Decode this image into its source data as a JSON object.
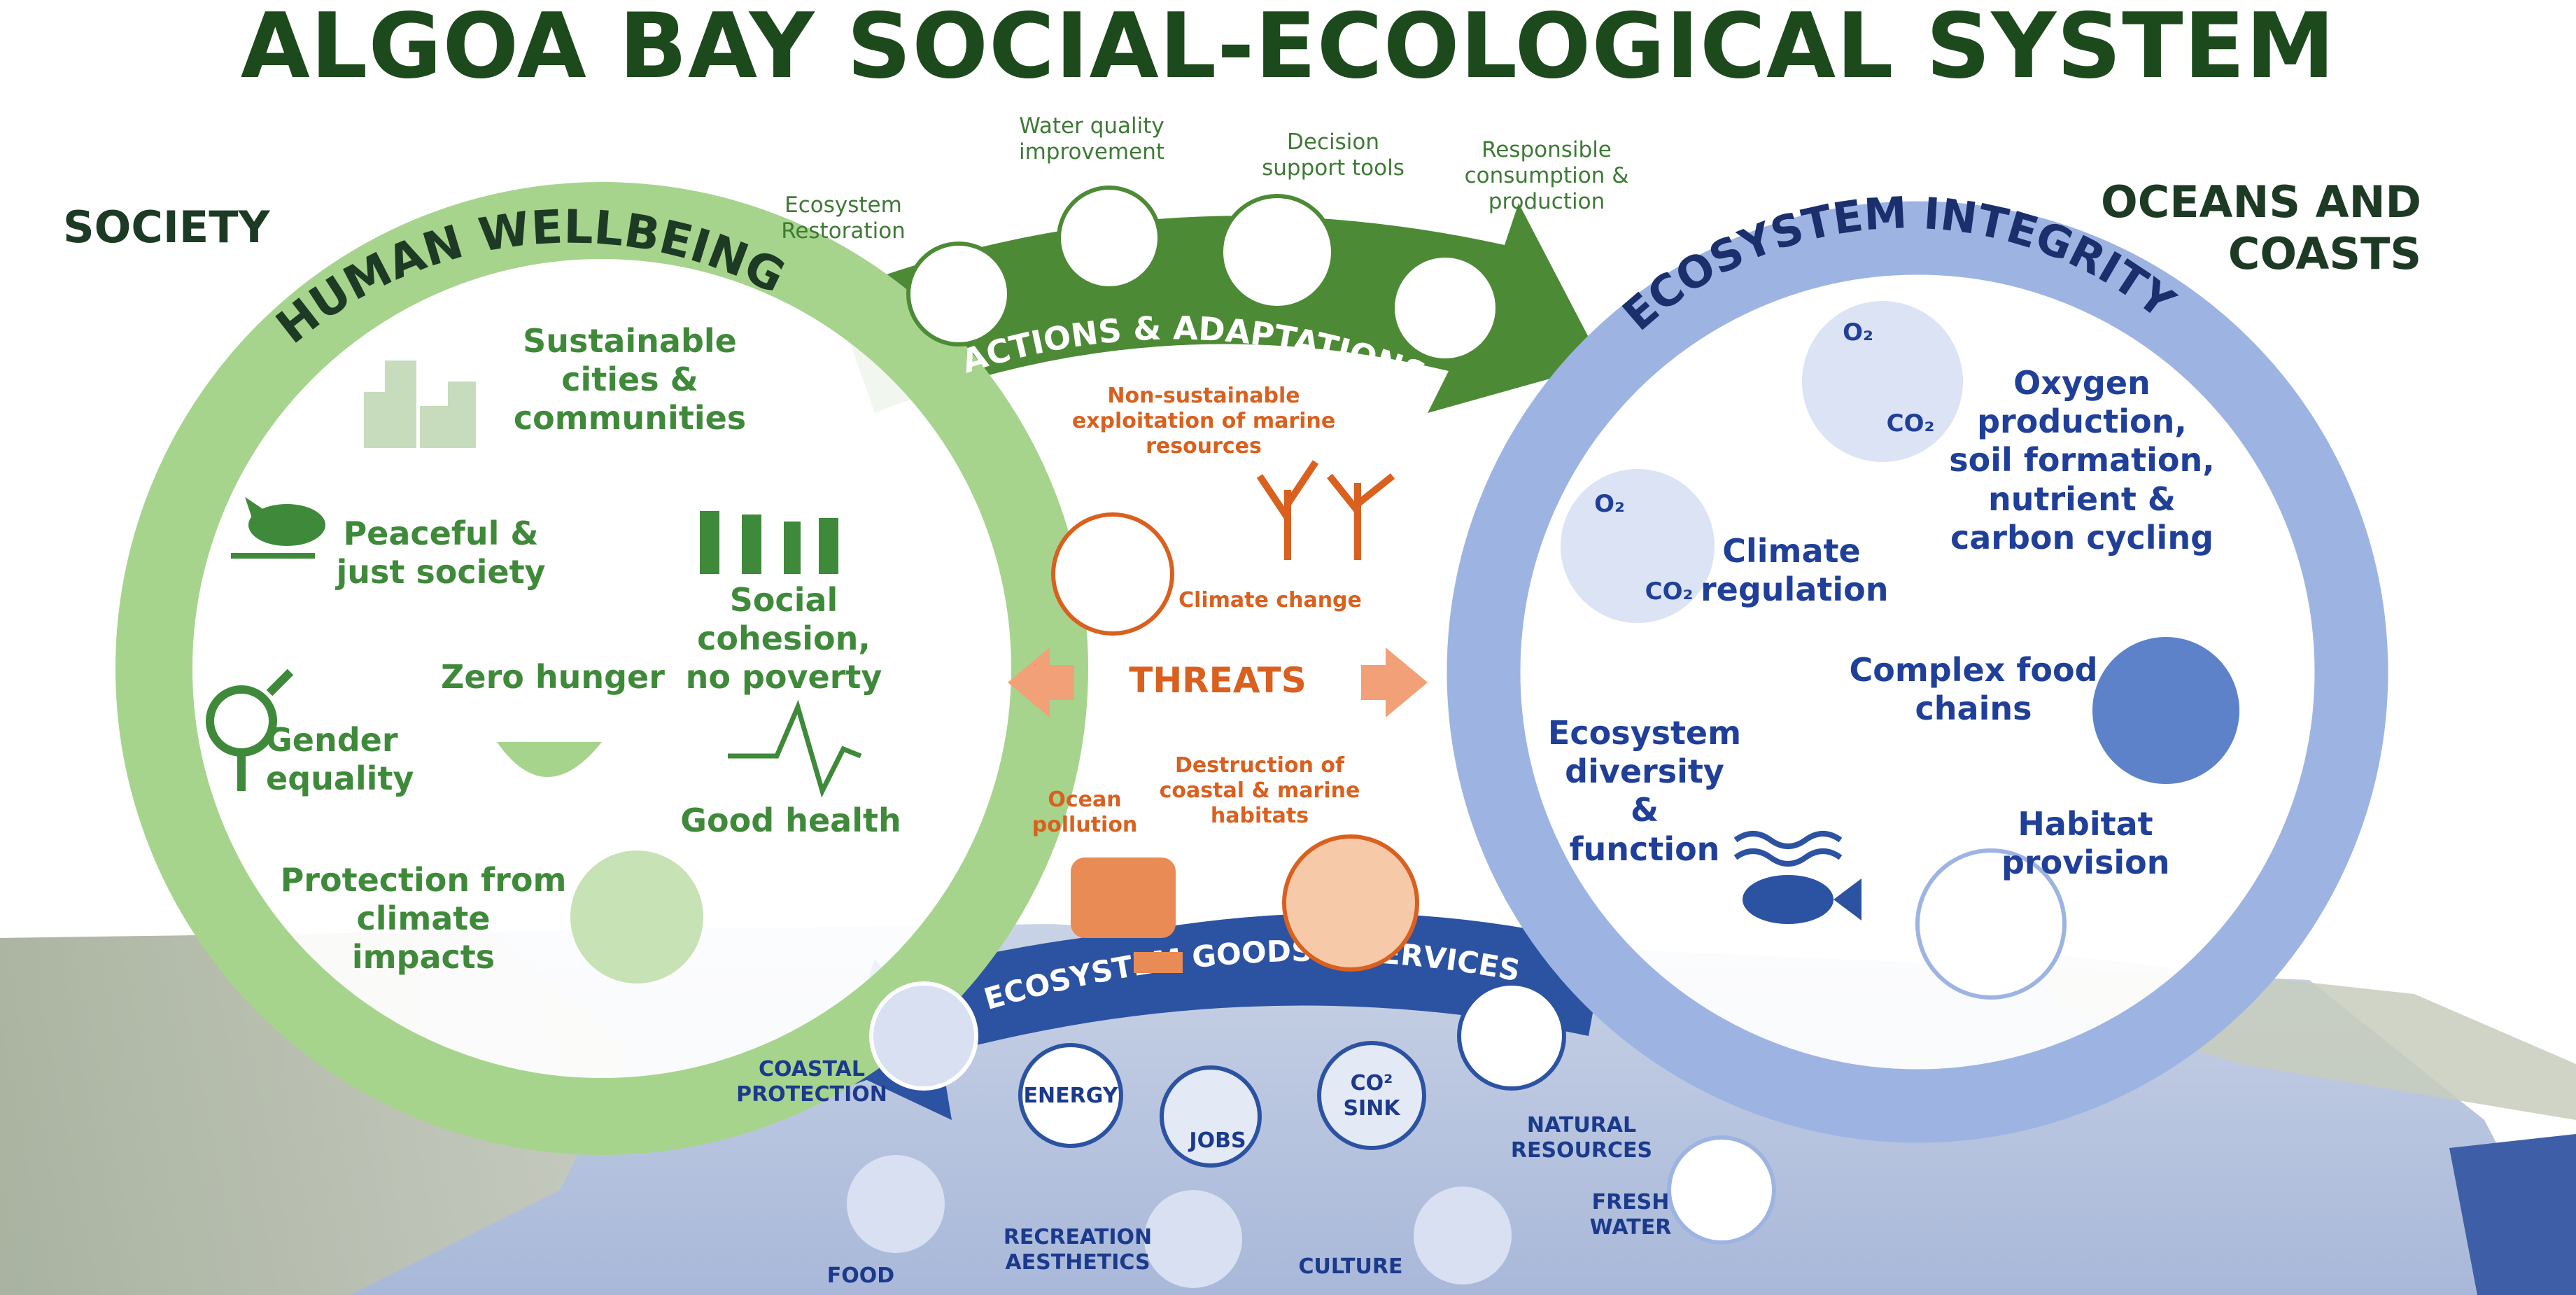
{
  "title": "ALGOA BAY SOCIAL-ECOLOGICAL SYSTEM",
  "society_label": "SOCIETY",
  "oceans_label_1": "OCEANS AND",
  "oceans_label_2": "COASTS",
  "human_wellbeing": {
    "title": "HUMAN WELLBEING",
    "items": [
      "Sustainable",
      "cities &",
      "communities",
      "Peaceful &",
      "just society",
      "Social cohesion,",
      "no poverty",
      "Zero hunger",
      "Gender",
      "equality",
      "Good health",
      "Protection from",
      "climate impacts"
    ]
  },
  "ecosystem_integrity": {
    "title": "ECOSYSTEM INTEGRITY",
    "items": [
      "Oxygen",
      "production,",
      "soil formation,",
      "nutrient &",
      "carbon cycling",
      "Climate",
      "regulation",
      "Complex food",
      "chains",
      "Ecosystem",
      "diversity &",
      "function",
      "Habitat",
      "provision"
    ],
    "o2": "O₂",
    "co2": "CO₂"
  },
  "actions": {
    "title": "ACTIONS & ADAPTATIONS",
    "items": [
      "Ecosystem",
      "Restoration",
      "Water quality",
      "improvement",
      "Decision",
      "support tools",
      "Responsible",
      "consumption &",
      "production"
    ]
  },
  "threats": {
    "title": "THREATS",
    "items": [
      "Non-sustainable",
      "exploitation of marine",
      "resources",
      "Climate change",
      "Ocean",
      "pollution",
      "Destruction of",
      "coastal & marine",
      "habitats"
    ]
  },
  "goods": {
    "title": "ECOSYSTEM GOODS & SERVICES",
    "items": [
      "COASTAL",
      "PROTECTION",
      "ENERGY",
      "JOBS",
      "CO²",
      "SINK",
      "NATURAL",
      "RESOURCES",
      "FOOD",
      "RECREATION",
      "AESTHETICS",
      "CULTURE",
      "FRESH",
      "WATER"
    ]
  },
  "colors": {
    "title": "#1d4a1c",
    "green_ring": "#a7d48d",
    "green_arrow": "#4d8a35",
    "blue_ring": "#9db4e3",
    "blue_arrow": "#2c52a2",
    "orange": "#d9601e"
  }
}
